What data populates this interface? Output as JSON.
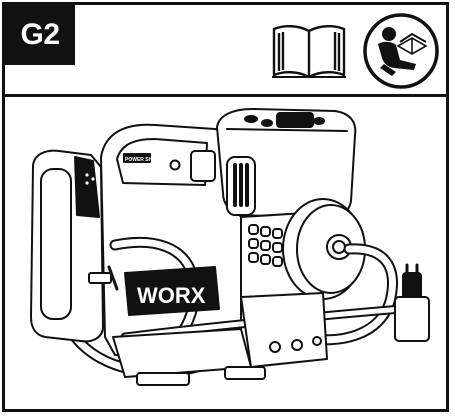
{
  "step_badge": "G2",
  "icons": {
    "manual": "open-book-icon",
    "read_manual": "read-manual-icon"
  },
  "product": {
    "brand_on_body": "WORX",
    "handle_label": "POWER SHARE"
  }
}
